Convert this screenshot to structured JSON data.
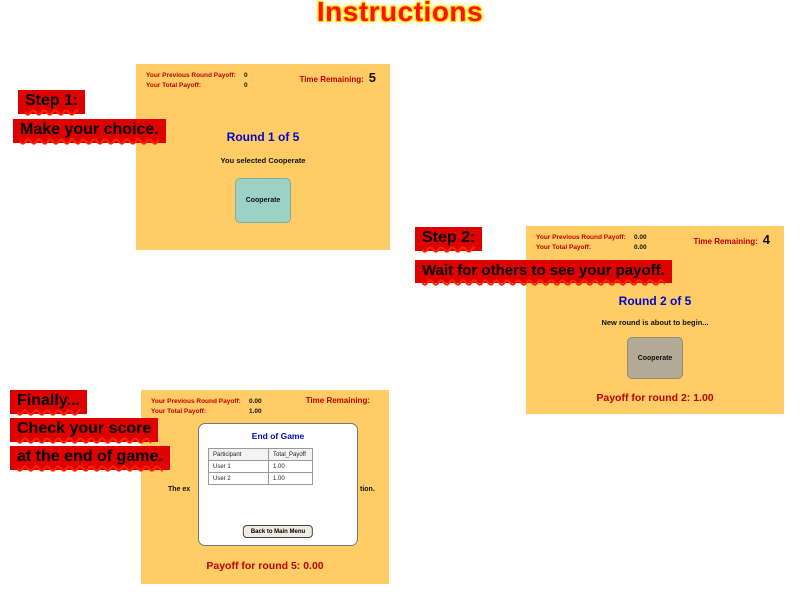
{
  "title": "Instructions",
  "colors": {
    "panel_background": "#FFCC66",
    "step_label_background": "#DF0000",
    "title_red": "#FF0F00",
    "title_glow_yellow": "#FFE400",
    "header_text_red": "#C00000",
    "round_title_blue": "#0008C8",
    "cooperate_button_active": "#9CD2C5",
    "cooperate_button_disabled": "#B3AA96"
  },
  "steps": {
    "step1": {
      "heading": "Step 1:",
      "line1": "Make your choice."
    },
    "step2": {
      "heading": "Step 2:",
      "line1": "Wait for others to see your payoff."
    },
    "finally": {
      "heading": "Finally...",
      "line1": "Check your score",
      "line2": "at the end of game."
    }
  },
  "panel1": {
    "prev_payoff_label": "Your Previous Round Payoff:",
    "prev_payoff_value": "0",
    "total_payoff_label": "Your Total Payoff:",
    "total_payoff_value": "0",
    "time_label": "Time Remaining:",
    "time_value": "5",
    "round_title": "Round 1 of 5",
    "status_text": "You selected Cooperate",
    "cooperate_button": "Cooperate"
  },
  "panel2": {
    "prev_payoff_label": "Your Previous Round Payoff:",
    "prev_payoff_value": "0.00",
    "total_payoff_label": "Your Total Payoff:",
    "total_payoff_value": "0.00",
    "time_label": "Time Remaining:",
    "time_value": "4",
    "round_title": "Round 2 of 5",
    "status_text": "New round is about to begin...",
    "cooperate_button": "Cooperate",
    "payoff_text": "Payoff for round 2: 1.00"
  },
  "panel3": {
    "prev_payoff_label": "Your Previous Round Payoff:",
    "prev_payoff_value": "0.00",
    "total_payoff_label": "Your Total Payoff:",
    "total_payoff_value": "1.00",
    "time_label": "Time Remaining:",
    "time_value": "",
    "occluded_text_left": "The ex",
    "occluded_text_right": "tion.",
    "end_of_game": {
      "title": "End of Game",
      "table": {
        "headers": [
          "Participant",
          "Total_Payoff"
        ],
        "rows": [
          [
            "User 1",
            "1.00"
          ],
          [
            "User 2",
            "1.00"
          ]
        ]
      },
      "back_button": "Back to Main Menu"
    },
    "payoff_text": "Payoff for round 5: 0.00"
  }
}
